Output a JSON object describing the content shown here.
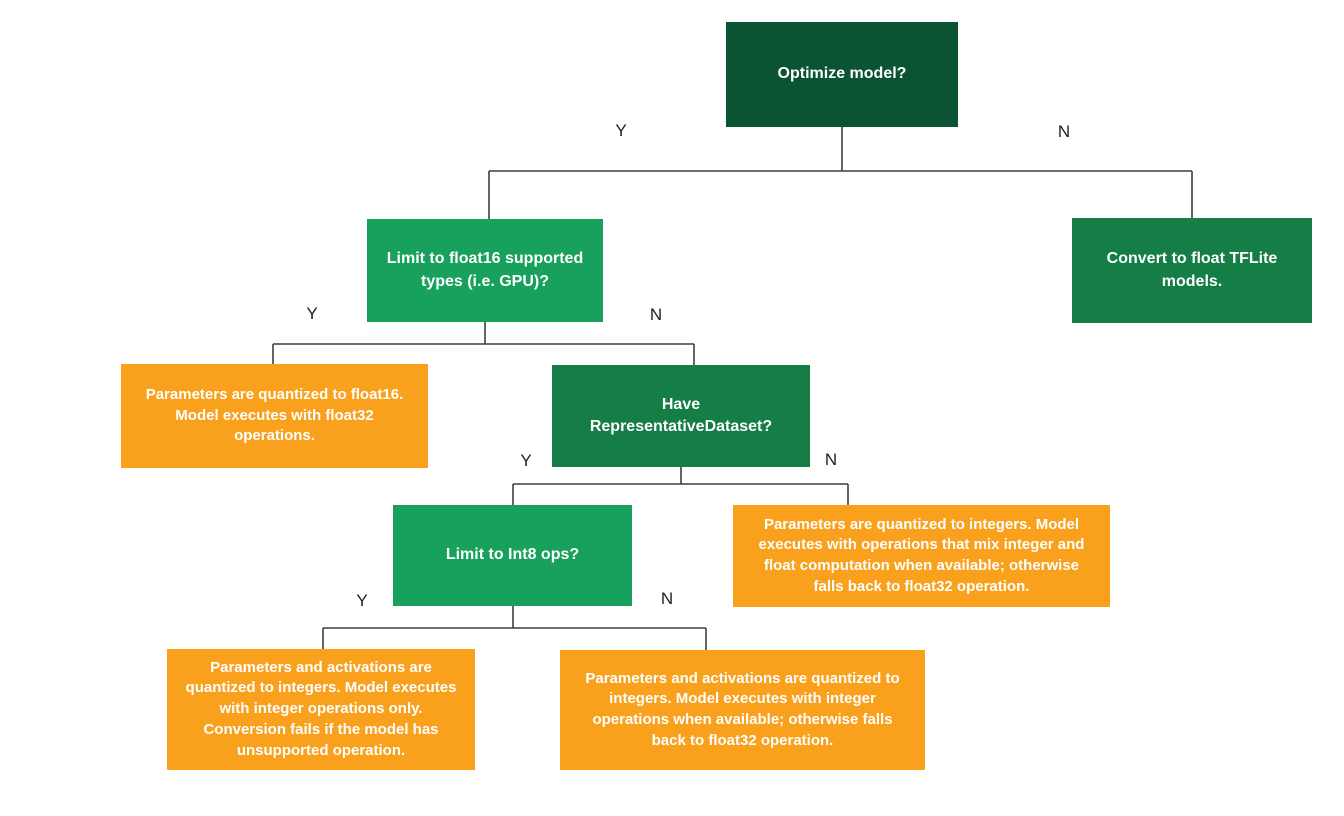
{
  "diagram": {
    "background": "#ffffff",
    "colors": {
      "background": "#ffffff",
      "dark_green": "#0b5433",
      "mid_green": "#157d46",
      "bright_green": "#17a15d",
      "orange": "#f9a01c",
      "line": "#3f3f3f",
      "box_text": "#ffffff",
      "label_text": "#1f1f1f"
    },
    "nodes": [
      {
        "id": "optimize-model",
        "kind": "decision",
        "color": "#0b5433",
        "label": "Optimize model?"
      },
      {
        "id": "limit-float16",
        "kind": "decision",
        "color": "#17a15d",
        "label": "Limit to float16 supported types (i.e. GPU)?"
      },
      {
        "id": "convert-float-tflite",
        "kind": "result",
        "color": "#157d46",
        "label": "Convert to float TFLite models."
      },
      {
        "id": "params-float16",
        "kind": "result",
        "color": "#f9a01c",
        "label": "Parameters are quantized to float16. Model executes with float32 operations."
      },
      {
        "id": "have-representative-dataset",
        "kind": "decision",
        "color": "#157d46",
        "label": "Have RepresentativeDataset?"
      },
      {
        "id": "limit-int8-ops",
        "kind": "decision",
        "color": "#17a15d",
        "label": "Limit to Int8 ops?"
      },
      {
        "id": "params-int-mixed",
        "kind": "result",
        "color": "#f9a01c",
        "label": "Parameters are quantized to integers. Model executes with operations that mix integer and float computation when available; otherwise falls back to float32 operation."
      },
      {
        "id": "params-int-only",
        "kind": "result",
        "color": "#f9a01c",
        "label": "Parameters and activations are quantized to integers. Model executes with integer operations only. Conversion fails if the model has unsupported operation."
      },
      {
        "id": "params-int-fallback",
        "kind": "result",
        "color": "#f9a01c",
        "label": "Parameters and activations are quantized to integers. Model executes with integer operations when available; otherwise falls back to float32 operation."
      }
    ],
    "edges": [
      {
        "from": "optimize-model",
        "answer": "Y",
        "to": "limit-float16"
      },
      {
        "from": "optimize-model",
        "answer": "N",
        "to": "convert-float-tflite"
      },
      {
        "from": "limit-float16",
        "answer": "Y",
        "to": "params-float16"
      },
      {
        "from": "limit-float16",
        "answer": "N",
        "to": "have-representative-dataset"
      },
      {
        "from": "have-representative-dataset",
        "answer": "Y",
        "to": "limit-int8-ops"
      },
      {
        "from": "have-representative-dataset",
        "answer": "N",
        "to": "params-int-mixed"
      },
      {
        "from": "limit-int8-ops",
        "answer": "Y",
        "to": "params-int-only"
      },
      {
        "from": "limit-int8-ops",
        "answer": "N",
        "to": "params-int-fallback"
      }
    ]
  }
}
